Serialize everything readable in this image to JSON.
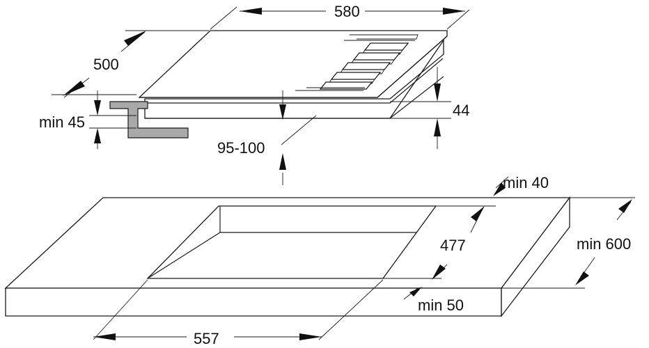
{
  "dimensions": {
    "hob_width": "580",
    "hob_depth": "500",
    "hob_height": "44",
    "min_clearance": "min 45",
    "cutout_offset": "95-100",
    "back_distance": "min 40",
    "cutout_depth": "477",
    "worktop_depth": "min 600",
    "worktop_thickness": "min 50",
    "cutout_width": "557"
  }
}
